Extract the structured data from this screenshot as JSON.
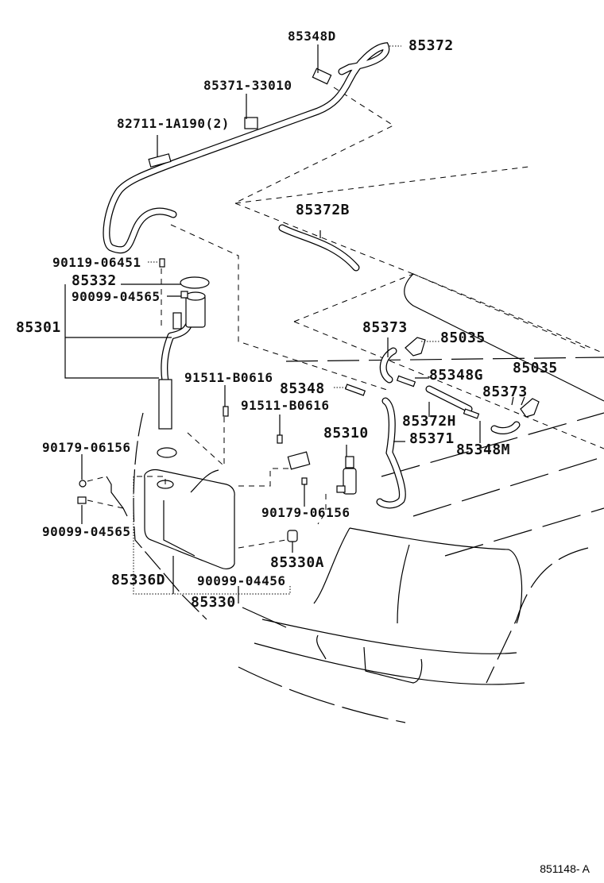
{
  "diagram": {
    "title": "Windshield Washer Parts Diagram",
    "figure_code": "851148- A",
    "labels": {
      "p85348D": "85348D",
      "p85372": "85372",
      "p85371_33010": "85371-33010",
      "p82711_1A190": "82711-1A190(2)",
      "p85372B": "85372B",
      "p90119_06451": "90119-06451",
      "p85332": "85332",
      "p90099_04565_a": "90099-04565",
      "p85301": "85301",
      "p85373_a": "85373",
      "p85035_a": "85035",
      "p85035_b": "85035",
      "p91511_B0616_a": "91511-B0616",
      "p85348G": "85348G",
      "p85348": "85348",
      "p85373_b": "85373",
      "p91511_B0616_b": "91511-B0616",
      "p85372H": "85372H",
      "p85310": "85310",
      "p85371": "85371",
      "p85348M": "85348M",
      "p90179_06156_a": "90179-06156",
      "p90179_06156_b": "90179-06156",
      "p90099_04565_b": "90099-04565",
      "p85330A": "85330A",
      "p85336D": "85336D",
      "p90099_04456": "90099-04456",
      "p85330": "85330"
    }
  }
}
